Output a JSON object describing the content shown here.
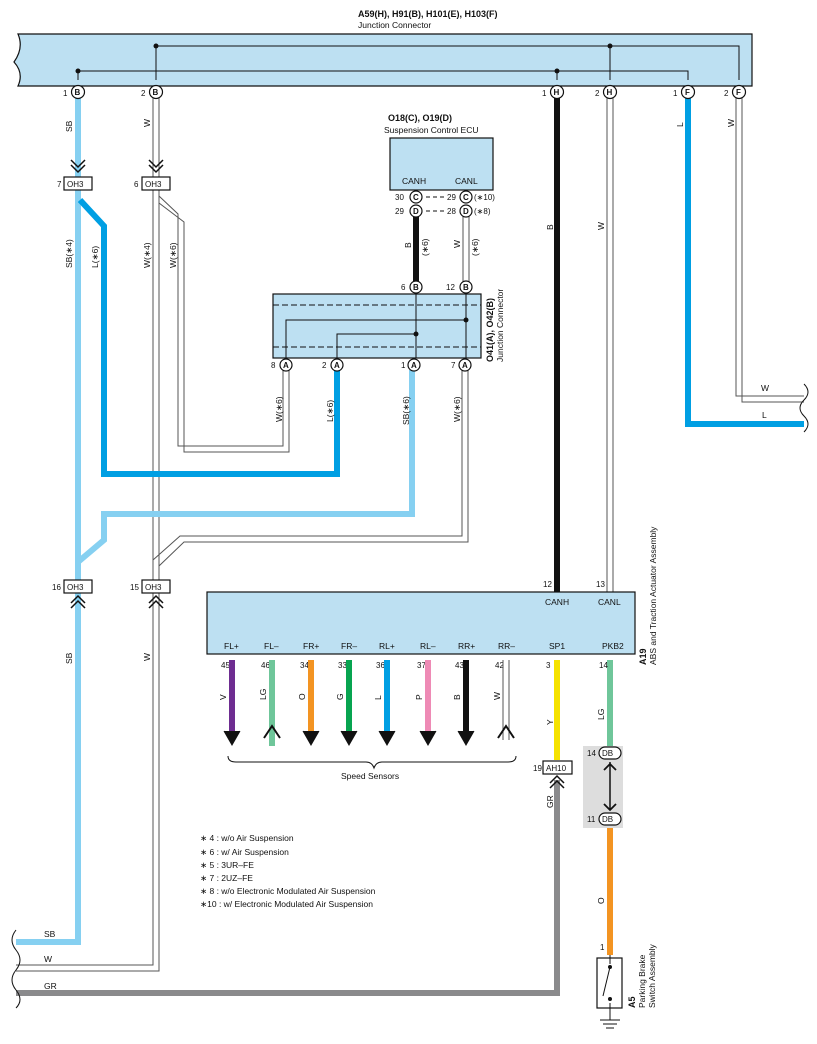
{
  "colors": {
    "SB": "#86d0f1",
    "W": "#ffffff",
    "L": "#009fe3",
    "B": "#111111",
    "GR": "#8a8a8c",
    "LG": "#6fc69a",
    "O": "#f39422",
    "Y": "#f5e200",
    "V": "#6e2d91",
    "G": "#07a450",
    "P": "#ee8ab5",
    "connector_fill": "#bde0f2",
    "cavity_fill": "#dddddd"
  },
  "junction_connector_top": {
    "codes": "A59(H), H91(B), H101(E), H103(F)",
    "name": "Junction Connector",
    "pins": [
      {
        "num": "1",
        "letter": "B"
      },
      {
        "num": "2",
        "letter": "B"
      },
      {
        "num": "1",
        "letter": "H"
      },
      {
        "num": "2",
        "letter": "H"
      },
      {
        "num": "1",
        "letter": "F"
      },
      {
        "num": "2",
        "letter": "F"
      }
    ]
  },
  "ecu": {
    "codes": "O18(C), O19(D)",
    "name": "Suspension Control ECU",
    "canh": "CANH",
    "canl": "CANL",
    "pins": [
      {
        "num": "30",
        "letter": "C"
      },
      {
        "num": "29",
        "letter": "C",
        "note": "(∗10)"
      },
      {
        "num": "29",
        "letter": "D"
      },
      {
        "num": "28",
        "letter": "D",
        "note": "(∗8)"
      }
    ]
  },
  "junction_connector_mid": {
    "codes": "O41(A), O42(B)",
    "name": "Junction Connector",
    "top_pins": [
      {
        "num": "6",
        "letter": "B"
      },
      {
        "num": "12",
        "letter": "B"
      }
    ],
    "bottom_pins": [
      {
        "num": "8",
        "letter": "A"
      },
      {
        "num": "2",
        "letter": "A"
      },
      {
        "num": "1",
        "letter": "A"
      },
      {
        "num": "7",
        "letter": "A"
      }
    ]
  },
  "oh3": {
    "code": "OH3",
    "top_pins": [
      "7",
      "6"
    ],
    "bottom_pins": [
      "16",
      "15"
    ]
  },
  "abs": {
    "code": "A19",
    "name": "ABS and Traction Actuator Assembly",
    "top_pins": [
      {
        "num": "12",
        "label": "CANH"
      },
      {
        "num": "13",
        "label": "CANL"
      }
    ],
    "bottom_pins": [
      {
        "num": "45",
        "label": "FL+",
        "wire": "V"
      },
      {
        "num": "46",
        "label": "FL–",
        "wire": "LG"
      },
      {
        "num": "34",
        "label": "FR+",
        "wire": "O"
      },
      {
        "num": "33",
        "label": "FR–",
        "wire": "G"
      },
      {
        "num": "36",
        "label": "RL+",
        "wire": "L"
      },
      {
        "num": "37",
        "label": "RL–",
        "wire": "P"
      },
      {
        "num": "43",
        "label": "RR+",
        "wire": "B"
      },
      {
        "num": "42",
        "label": "RR–",
        "wire": "W"
      },
      {
        "num": "3",
        "label": "SP1",
        "wire": "Y"
      },
      {
        "num": "14",
        "label": "PKB2",
        "wire": "LG"
      }
    ],
    "speed_sensors": "Speed Sensors"
  },
  "ah10": {
    "num": "19",
    "code": "AH10"
  },
  "db": {
    "pins": [
      {
        "num": "14",
        "code": "DB"
      },
      {
        "num": "11",
        "code": "DB"
      }
    ]
  },
  "parking": {
    "code": "A5",
    "name_line1": "Parking Brake",
    "name_line2": "Switch Assembly",
    "pin": "1"
  },
  "wire_labels": {
    "sb_top": "SB",
    "w_top": "W",
    "b_can": "B",
    "w_can": "W",
    "l_right": "L",
    "w_right": "W",
    "sb_4": "SB(∗4)",
    "l_6": "L(∗6)",
    "w_4": "W(∗4)",
    "w_6a": "W(∗6)",
    "b_6": "B",
    "b_6n": "(∗6)",
    "w_6b": "W",
    "w_6bn": "(∗6)",
    "w_6c": "W(∗6)",
    "l_6b": "L(∗6)",
    "sb_6": "SB(∗6)",
    "w_6d": "W(∗6)",
    "sb_low": "SB",
    "w_low": "W",
    "gr": "GR",
    "y": "Y",
    "lg": "LG",
    "o": "O",
    "w_horiz": "W",
    "l_horiz": "L",
    "sb_bottom": "SB",
    "w_bottom": "W",
    "gr_bottom": "GR"
  },
  "notes": [
    "∗ 4 : w/o Air Suspension",
    "∗ 6 : w/ Air Suspension",
    "∗ 5 : 3UR–FE",
    "∗ 7 : 2UZ–FE",
    "∗ 8 : w/o Electronic Modulated Air Suspension",
    "∗10 : w/ Electronic Modulated Air Suspension"
  ]
}
